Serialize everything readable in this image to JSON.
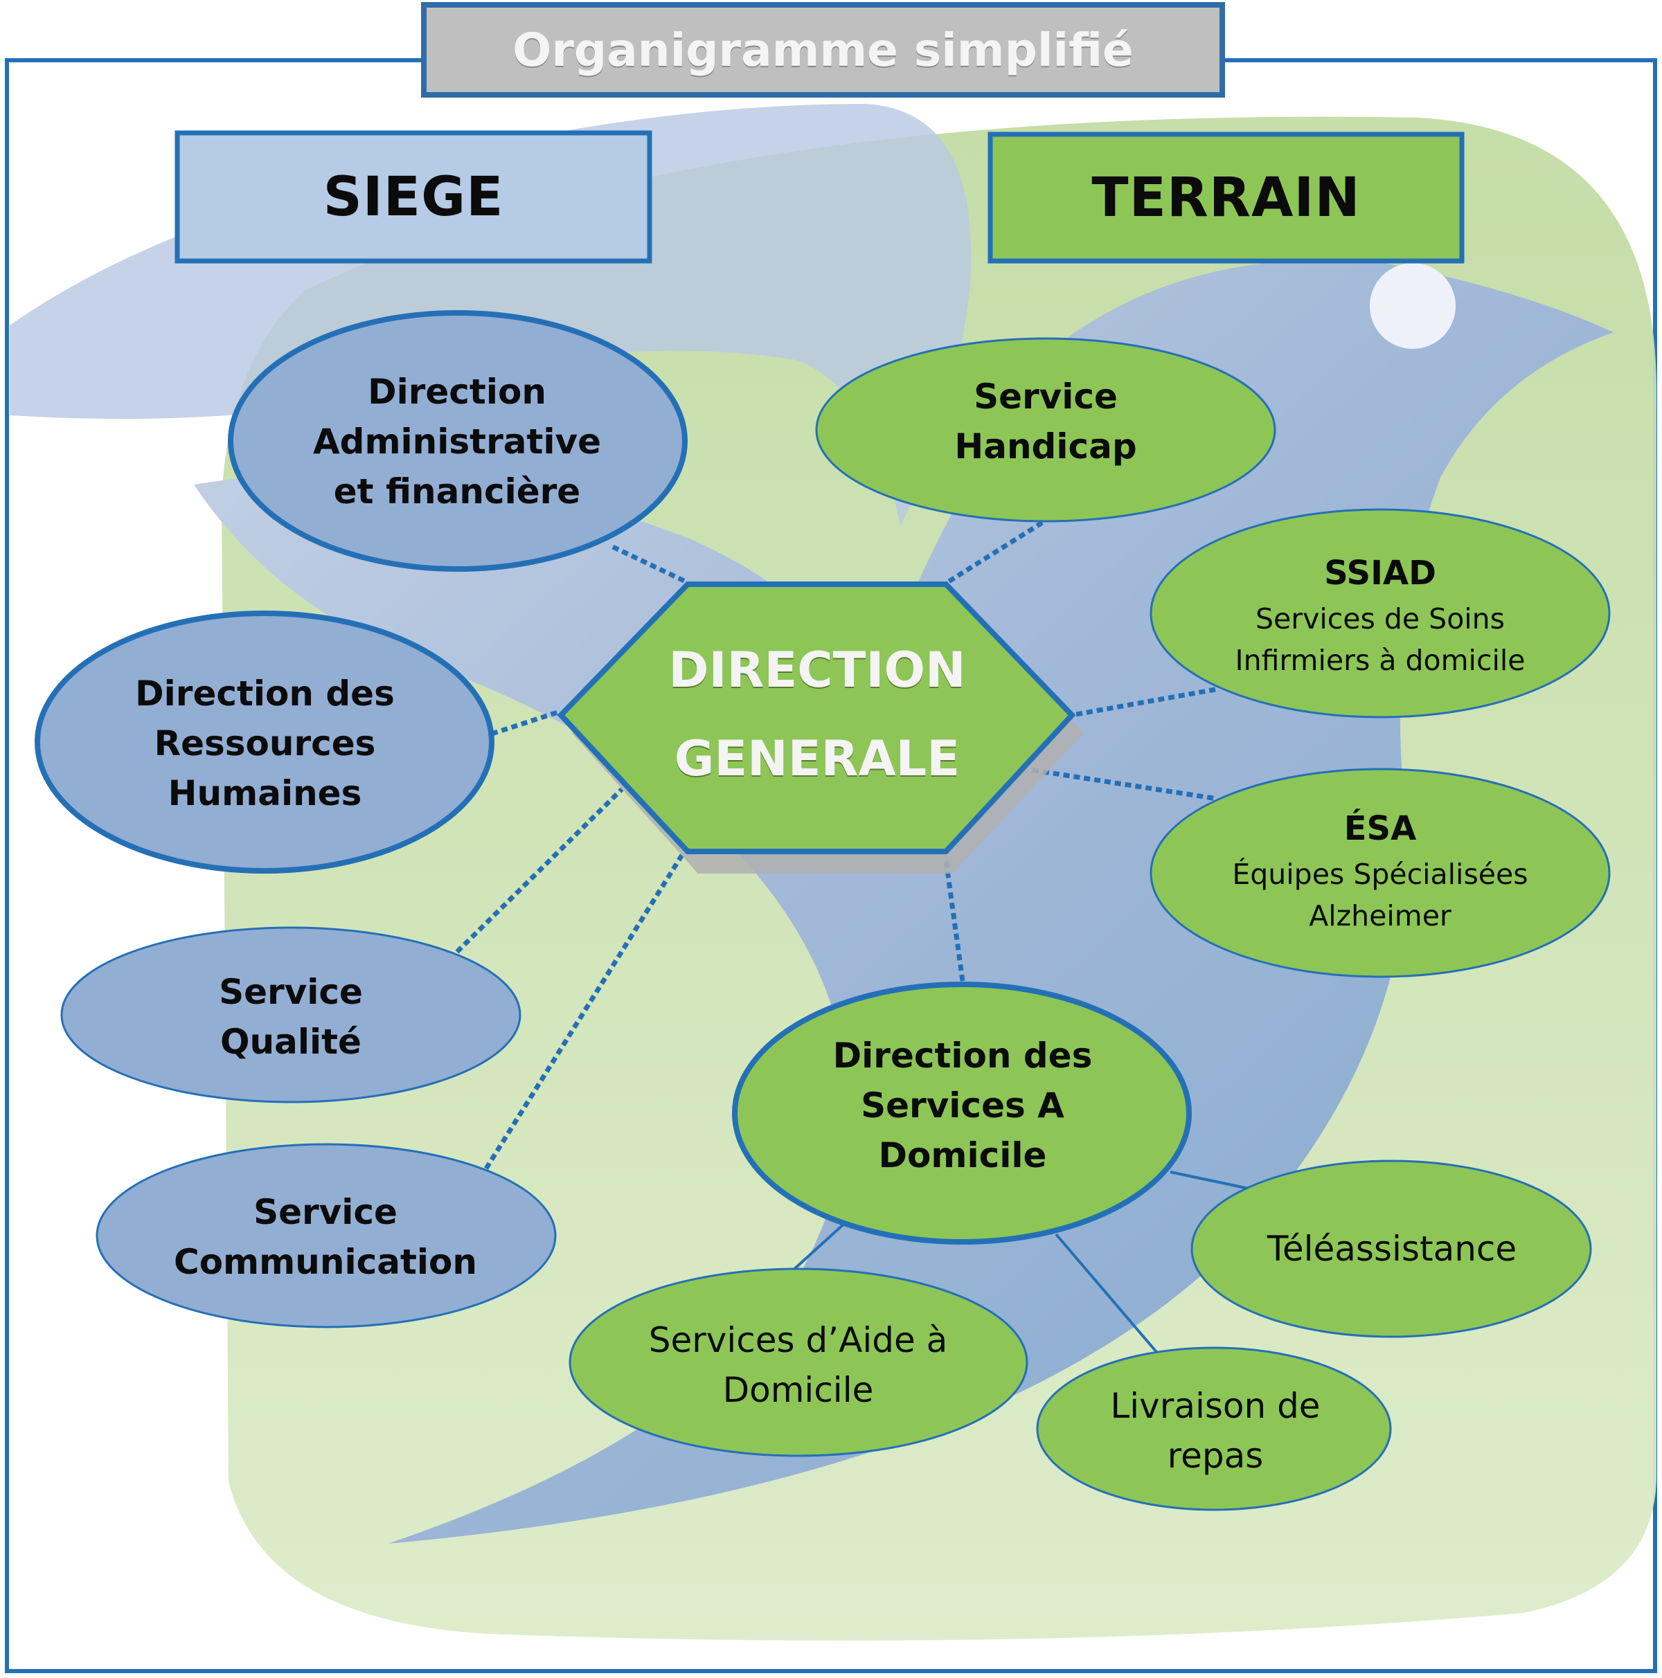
{
  "title": "Organigramme simplifié",
  "headers": {
    "siege": "SIEGE",
    "terrain": "TERRAIN"
  },
  "center": {
    "line1": "DIRECTION",
    "line2": "GENERALE"
  },
  "siege_nodes": {
    "daf": [
      "Direction",
      "Administrative",
      "et financière"
    ],
    "drh": [
      "Direction des",
      "Ressources",
      "Humaines"
    ],
    "qualite": [
      "Service",
      "Qualité"
    ],
    "communication": [
      "Service",
      "Communication"
    ]
  },
  "terrain_nodes": {
    "handicap": [
      "Service",
      "Handicap"
    ],
    "ssiad": {
      "title": "SSIAD",
      "subtitle": [
        "Services de Soins",
        "Infirmiers à domicile"
      ]
    },
    "esa": {
      "title": "ÉSA",
      "subtitle": [
        "Équipes Spécialisées",
        "Alzheimer"
      ]
    },
    "dsad": [
      "Direction des",
      "Services A",
      "Domicile"
    ]
  },
  "dsad_children": {
    "aide": [
      "Services d’Aide à",
      "Domicile"
    ],
    "livraison": [
      "Livraison de",
      "repas"
    ],
    "teleassistance": [
      "Téléassistance"
    ]
  },
  "colors": {
    "siege_fill": "#93aed3",
    "siege_header_fill": "#b5cbe6",
    "terrain_fill": "#8dc657",
    "border_blue": "#2470b6",
    "title_fill": "#bfbfbf",
    "title_border": "#2f6ca8"
  }
}
